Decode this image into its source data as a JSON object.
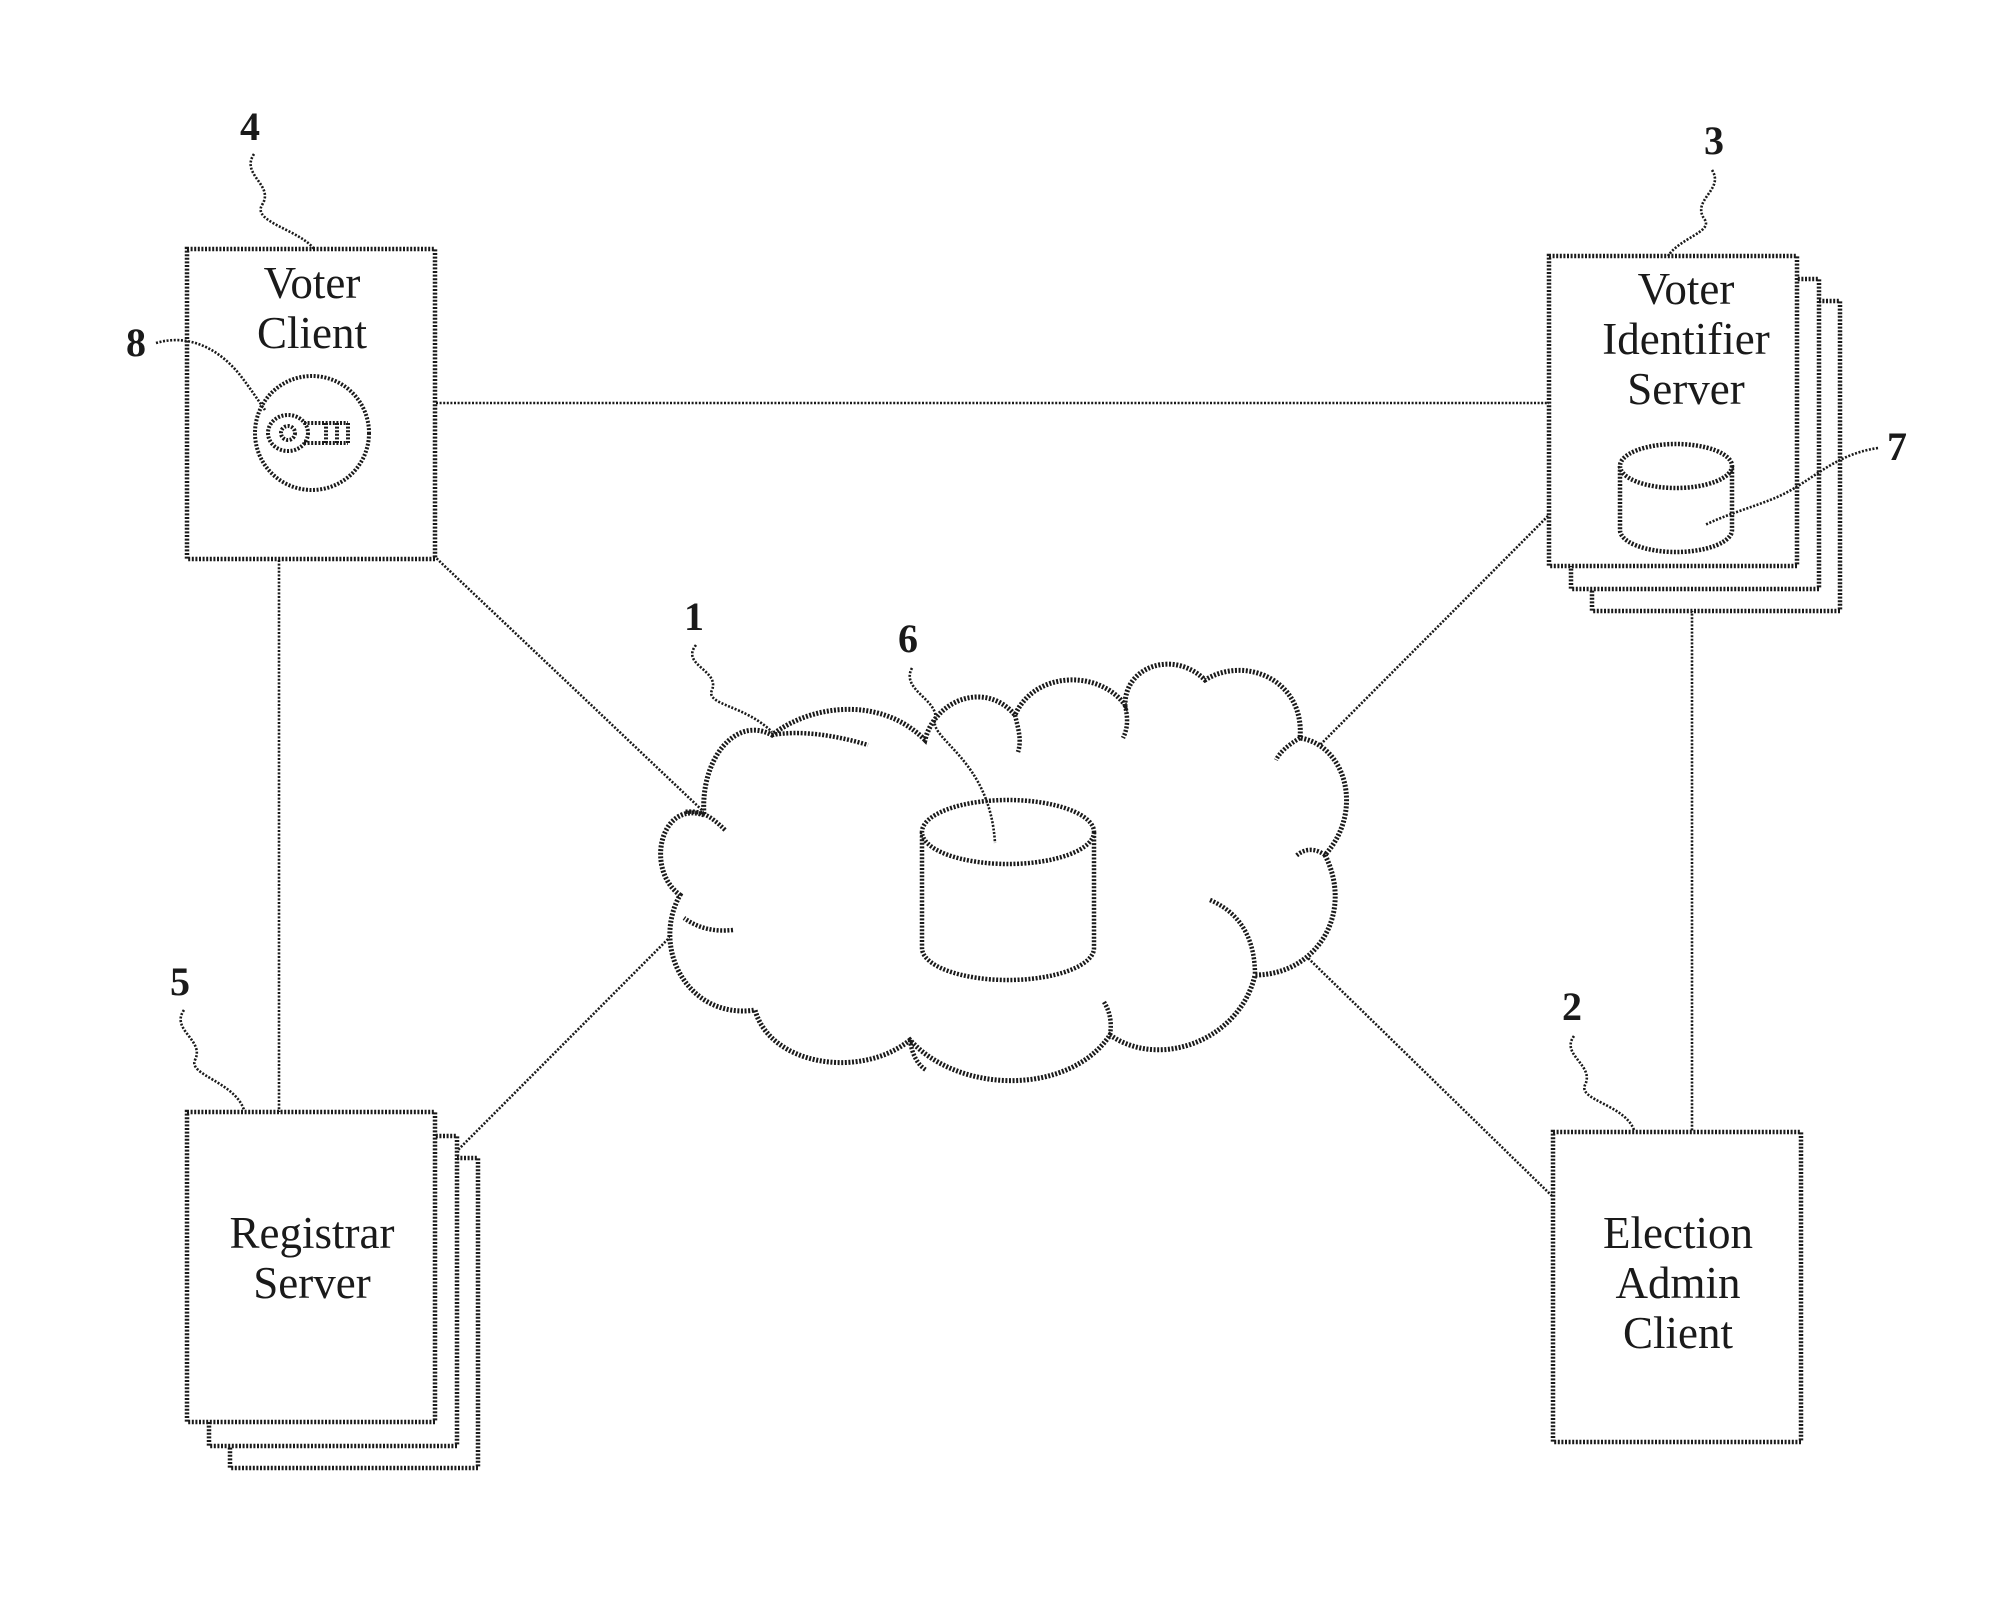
{
  "nodes": {
    "network": {
      "ref": "1"
    },
    "election_admin_client": {
      "ref": "2",
      "lines": [
        "Election",
        "Admin",
        "Client"
      ]
    },
    "voter_identifier_server": {
      "ref": "3",
      "lines": [
        "Voter",
        "Identifier",
        "Server"
      ]
    },
    "voter_client": {
      "ref": "4",
      "lines": [
        "Voter",
        "Client"
      ]
    },
    "registrar_server": {
      "ref": "5",
      "lines": [
        "Registrar",
        "Server"
      ]
    },
    "network_database": {
      "ref": "6"
    },
    "identifier_database": {
      "ref": "7"
    },
    "key_icon": {
      "ref": "8",
      "icon": "key-icon"
    }
  },
  "edges": [
    {
      "from": "voter_client",
      "to": "voter_identifier_server"
    },
    {
      "from": "voter_client",
      "to": "network"
    },
    {
      "from": "voter_client",
      "to": "registrar_server"
    },
    {
      "from": "voter_identifier_server",
      "to": "network"
    },
    {
      "from": "voter_identifier_server",
      "to": "election_admin_client"
    },
    {
      "from": "registrar_server",
      "to": "network"
    },
    {
      "from": "election_admin_client",
      "to": "network"
    }
  ]
}
